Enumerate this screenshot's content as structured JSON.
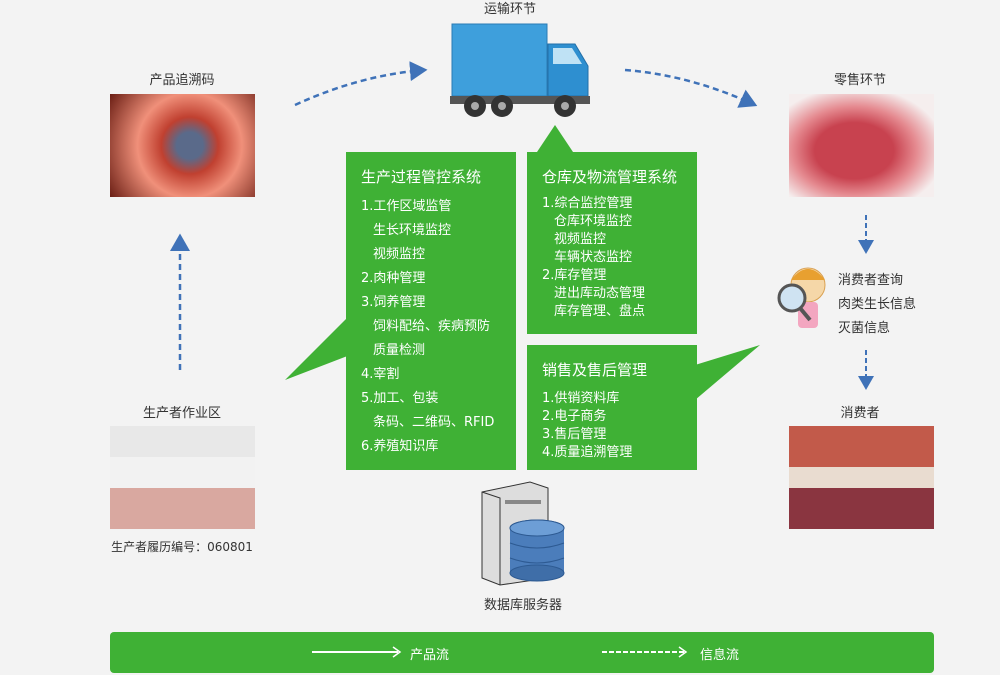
{
  "nodes": {
    "transport": "运输环节",
    "trace_code": "产品追溯码",
    "retail": "零售环节",
    "producer_area": "生产者作业区",
    "producer_id": "生产者履历编号：060801",
    "consumer": "消费者",
    "db_server": "数据库服务器"
  },
  "consumer_query": [
    "消费者查询",
    "肉类生长信息",
    "灭菌信息"
  ],
  "production": {
    "title": "生产过程管控系统",
    "items": [
      {
        "text": "1.工作区域监管",
        "indent": false
      },
      {
        "text": "生长环境监控",
        "indent": true
      },
      {
        "text": "视频监控",
        "indent": true
      },
      {
        "text": "2.肉种管理",
        "indent": false
      },
      {
        "text": "3.饲养管理",
        "indent": false
      },
      {
        "text": "饲料配给、疾病预防",
        "indent": true
      },
      {
        "text": "质量检测",
        "indent": true
      },
      {
        "text": "4.宰割",
        "indent": false
      },
      {
        "text": "5.加工、包装",
        "indent": false
      },
      {
        "text": "条码、二维码、RFID",
        "indent": true
      },
      {
        "text": "6.养殖知识库",
        "indent": false
      }
    ]
  },
  "warehouse": {
    "title": "仓库及物流管理系统",
    "items": [
      {
        "text": "1.综合监控管理",
        "indent": false
      },
      {
        "text": "仓库环境监控",
        "indent": true
      },
      {
        "text": "视频监控",
        "indent": true
      },
      {
        "text": "车辆状态监控",
        "indent": true
      },
      {
        "text": "2.库存管理",
        "indent": false
      },
      {
        "text": "进出库动态管理",
        "indent": true
      },
      {
        "text": "库存管理、盘点",
        "indent": true
      }
    ]
  },
  "sales": {
    "title": "销售及售后管理",
    "items": [
      "1.供销资料库",
      "2.电子商务",
      "3.售后管理",
      "4.质量追溯管理"
    ]
  },
  "legend": {
    "product_flow": "产品流",
    "info_flow": "信息流"
  },
  "colors": {
    "green": "#3fb135",
    "arrow": "#3f72b8",
    "bg": "#f3f3f3"
  }
}
